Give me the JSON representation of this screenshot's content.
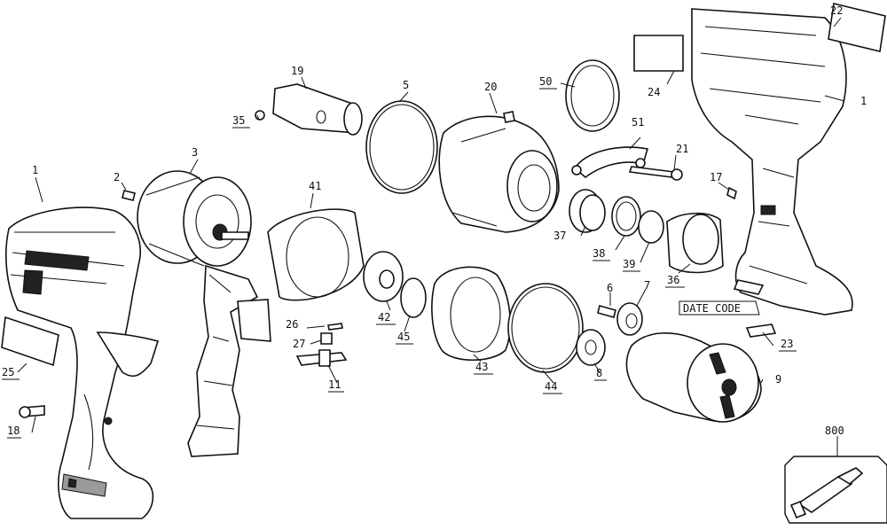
{
  "callouts": {
    "c1_left": "1",
    "c1_right": "1",
    "c2": "2",
    "c3": "3",
    "c5": "5",
    "c6": "6",
    "c7": "7",
    "c8": "8",
    "c9": "9",
    "c11": "11",
    "c17": "17",
    "c18": "18",
    "c19": "19",
    "c20": "20",
    "c21": "21",
    "c22": "22",
    "c23": "23",
    "c24": "24",
    "c25": "25",
    "c26": "26",
    "c27": "27",
    "c35": "35",
    "c36": "36",
    "c37": "37",
    "c38": "38",
    "c39": "39",
    "c41": "41",
    "c42": "42",
    "c43": "43",
    "c44": "44",
    "c45": "45",
    "c50": "50",
    "c51": "51",
    "c800": "800",
    "date_code": "DATE CODE"
  }
}
